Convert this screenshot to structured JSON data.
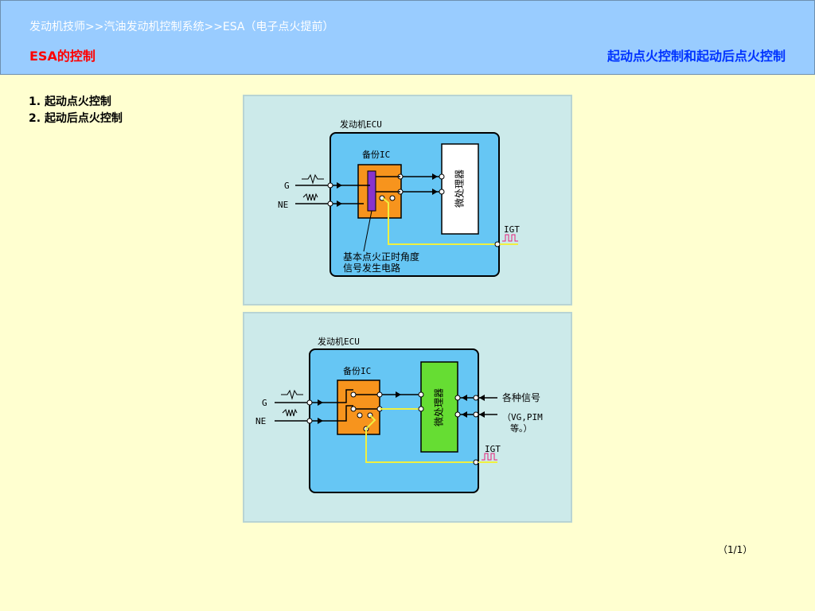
{
  "header": {
    "breadcrumb": "发动机技师>>汽油发动机控制系统>>ESA（电子点火提前）",
    "section_title": "ESA的控制",
    "page_subtitle": "起动点火控制和起动后点火控制"
  },
  "topics": [
    {
      "num": "1.",
      "label": "起动点火控制"
    },
    {
      "num": "2.",
      "label": "起动后点火控制"
    }
  ],
  "diagram_1": {
    "ecu_label": "发动机ECU",
    "ic_label": "备份IC",
    "cpu_label": "微处理器",
    "input_g": "G",
    "input_ne": "NE",
    "output_igt": "IGT",
    "circuit_label_line1": "基本点火正时角度",
    "circuit_label_line2": "信号发生电路"
  },
  "diagram_2": {
    "ecu_label": "发动机ECU",
    "ic_label": "备份IC",
    "cpu_label": "微处理器",
    "input_g": "G",
    "input_ne": "NE",
    "output_igt": "IGT",
    "signals_label": "各种信号",
    "signals_detail_line1": "（VG,PIM",
    "signals_detail_line2": "等。）"
  },
  "footer": {
    "page_indicator": "（1/1）"
  },
  "colors": {
    "header_bg": "#99ccff",
    "page_bg": "#ffffd0",
    "ecu_fill": "#66c6f4",
    "ic_fill": "#f7941d",
    "cpu_fill_1": "#ffffff",
    "cpu_fill_2": "#66dd33",
    "signal_path": "#f0f040",
    "circuit_block": "#8833cc"
  }
}
